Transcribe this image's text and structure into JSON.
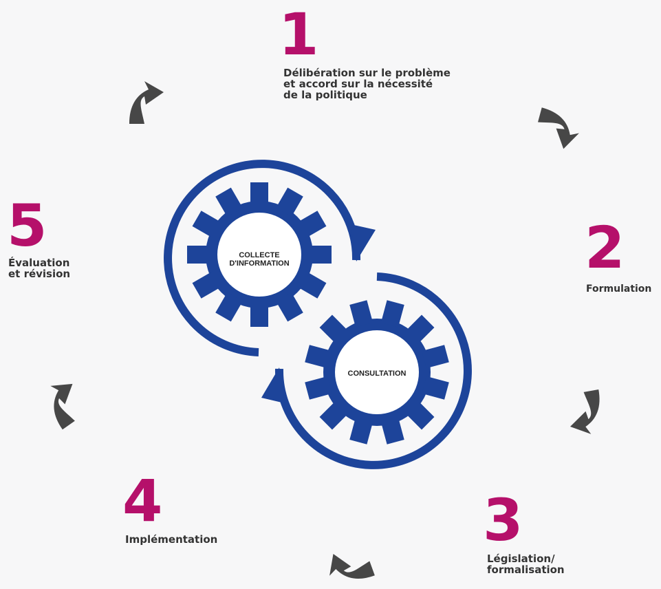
{
  "colors": {
    "accent": "#b5106a",
    "gear": "#1d449a",
    "arrow": "#474747",
    "text": "#333333"
  },
  "steps": [
    {
      "number": "1",
      "lines": [
        "Délibération sur le problème",
        "et accord sur la nécessité",
        "de la politique"
      ]
    },
    {
      "number": "2",
      "lines": [
        "Formulation"
      ]
    },
    {
      "number": "3",
      "lines": [
        "Législation/",
        "formalisation"
      ]
    },
    {
      "number": "4",
      "lines": [
        "Implémentation"
      ]
    },
    {
      "number": "5",
      "lines": [
        "Évaluation",
        "et révision"
      ]
    }
  ],
  "gears": [
    {
      "lines": [
        "COLLECTE",
        "D'INFORMATION"
      ]
    },
    {
      "lines": [
        "CONSULTATION"
      ]
    }
  ]
}
